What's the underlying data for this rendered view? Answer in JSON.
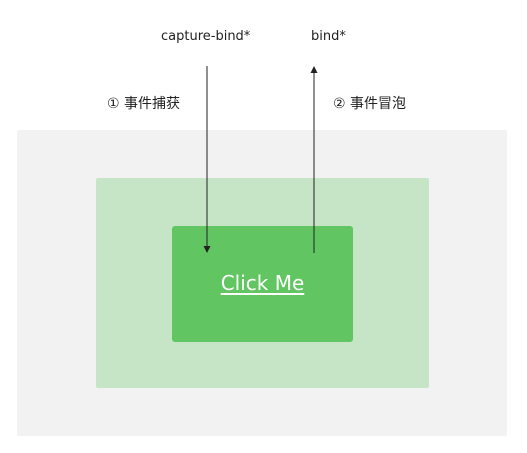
{
  "labels": {
    "capture": "capture-bind*",
    "bind": "bind*"
  },
  "phases": {
    "capture": "① 事件捕获",
    "bubble": "② 事件冒泡"
  },
  "button": {
    "label": "Click Me"
  },
  "colors": {
    "outer": "#f2f2f2",
    "middle": "#c6e5c6",
    "inner": "#61c661",
    "arrow": "#222222",
    "button_text": "#ffffff"
  }
}
